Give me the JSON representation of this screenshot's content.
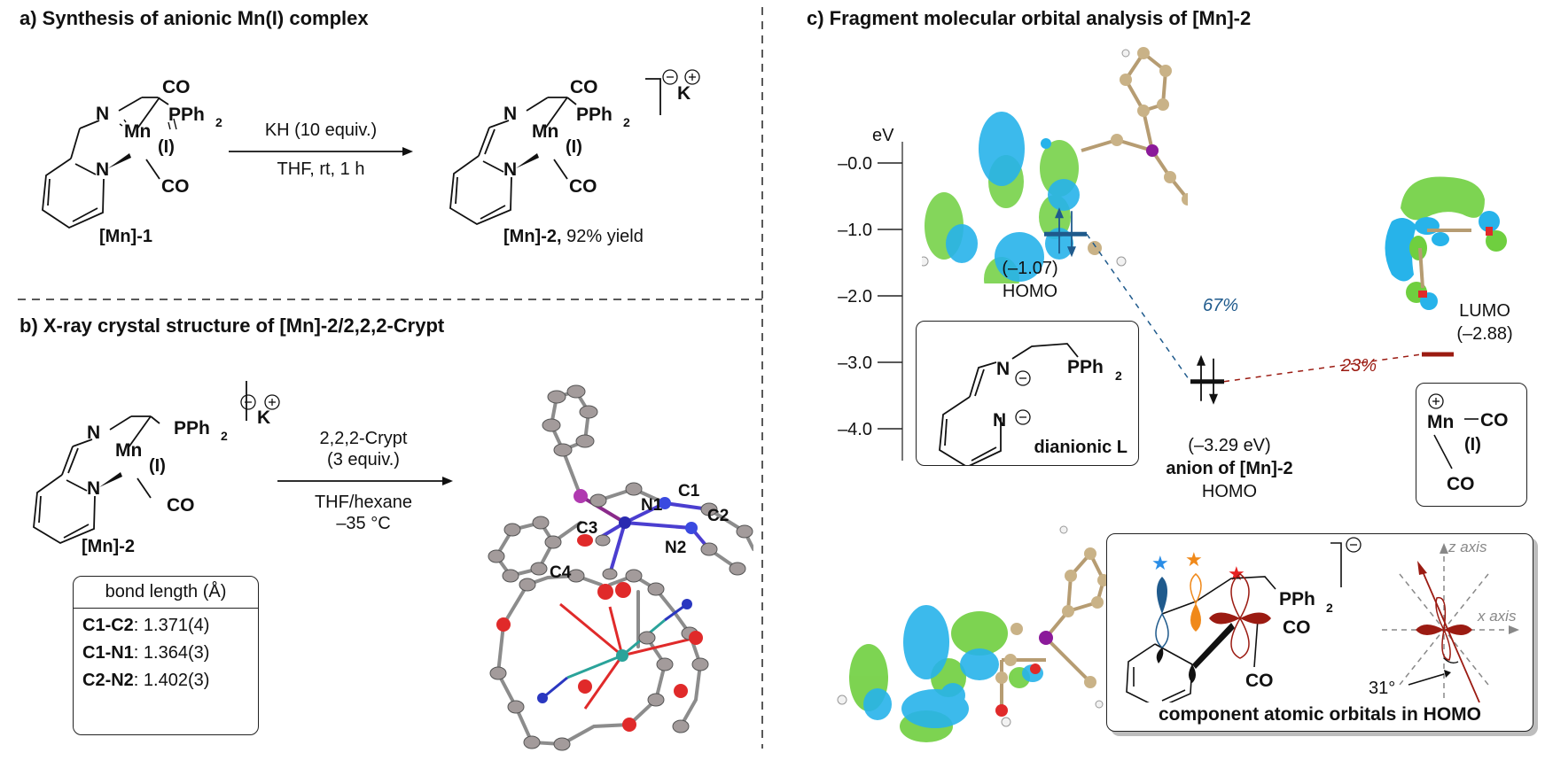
{
  "panel_a": {
    "title": "a) Synthesis of anionic Mn(I) complex",
    "reactant_label": "[Mn]-1",
    "product_label_bold": "[Mn]-2,",
    "product_label_rest": " 92% yield",
    "conditions_top": "KH (10 equiv.)",
    "conditions_bottom": "THF, rt, 1 h",
    "atoms": {
      "n": "N",
      "mn": "Mn",
      "ox": "(I)",
      "co": "CO",
      "pph2": "PPh",
      "sub2": "2",
      "k": "K"
    }
  },
  "panel_b": {
    "title": "b) X-ray crystal structure of [Mn]-2/2,2,2-Crypt",
    "compound_label": "[Mn]-2",
    "conditions_top1": "2,2,2-Crypt",
    "conditions_top2": "(3 equiv.)",
    "conditions_bottom1": "THF/hexane",
    "conditions_bottom2": "–35 °C",
    "bond_table": {
      "header": "bond length (Å)",
      "rows": [
        {
          "bond": "C1-C2",
          "value": ": 1.371(4)"
        },
        {
          "bond": "C1-N1",
          "value": ": 1.364(3)"
        },
        {
          "bond": "C2-N2",
          "value": ": 1.402(3)"
        }
      ]
    },
    "atom_labels": [
      "C1",
      "C2",
      "N1",
      "N2",
      "C3",
      "C4"
    ]
  },
  "panel_c": {
    "title": "c) Fragment molecular orbital analysis of [Mn]-2",
    "axis_unit": "eV",
    "ticks": [
      "–0.0",
      "–1.0",
      "–2.0",
      "–3.0",
      "–4.0"
    ],
    "levels": [
      {
        "name": "ligand HOMO",
        "energy_label": "(–1.07)",
        "caption": "HOMO",
        "energy": -1.07,
        "color": "#1f5a8c"
      },
      {
        "name": "complex HOMO",
        "energy_label": "(–3.29 eV)",
        "caption_bold": "anion of [Mn]-2",
        "caption": "HOMO",
        "energy": -3.29,
        "color": "#111111"
      },
      {
        "name": "Mn fragment LUMO",
        "energy_label": "(–2.88)",
        "caption": "LUMO",
        "energy": -2.88,
        "color": "#9b1b12"
      }
    ],
    "contributions": [
      {
        "label": "67%",
        "color": "#1f5a8c"
      },
      {
        "label": "23%",
        "color": "#9b1b12"
      }
    ],
    "ligand_box_label": "dianionic L",
    "mn_box": {
      "mn": "Mn",
      "co": "CO",
      "ox": "(I)"
    },
    "inset": {
      "caption": "component atomic orbitals in HOMO",
      "z_axis": "z axis",
      "x_axis": "x axis",
      "angle": "31°",
      "star_colors": [
        "#2a8de6",
        "#f0891a",
        "#e62020"
      ]
    }
  }
}
